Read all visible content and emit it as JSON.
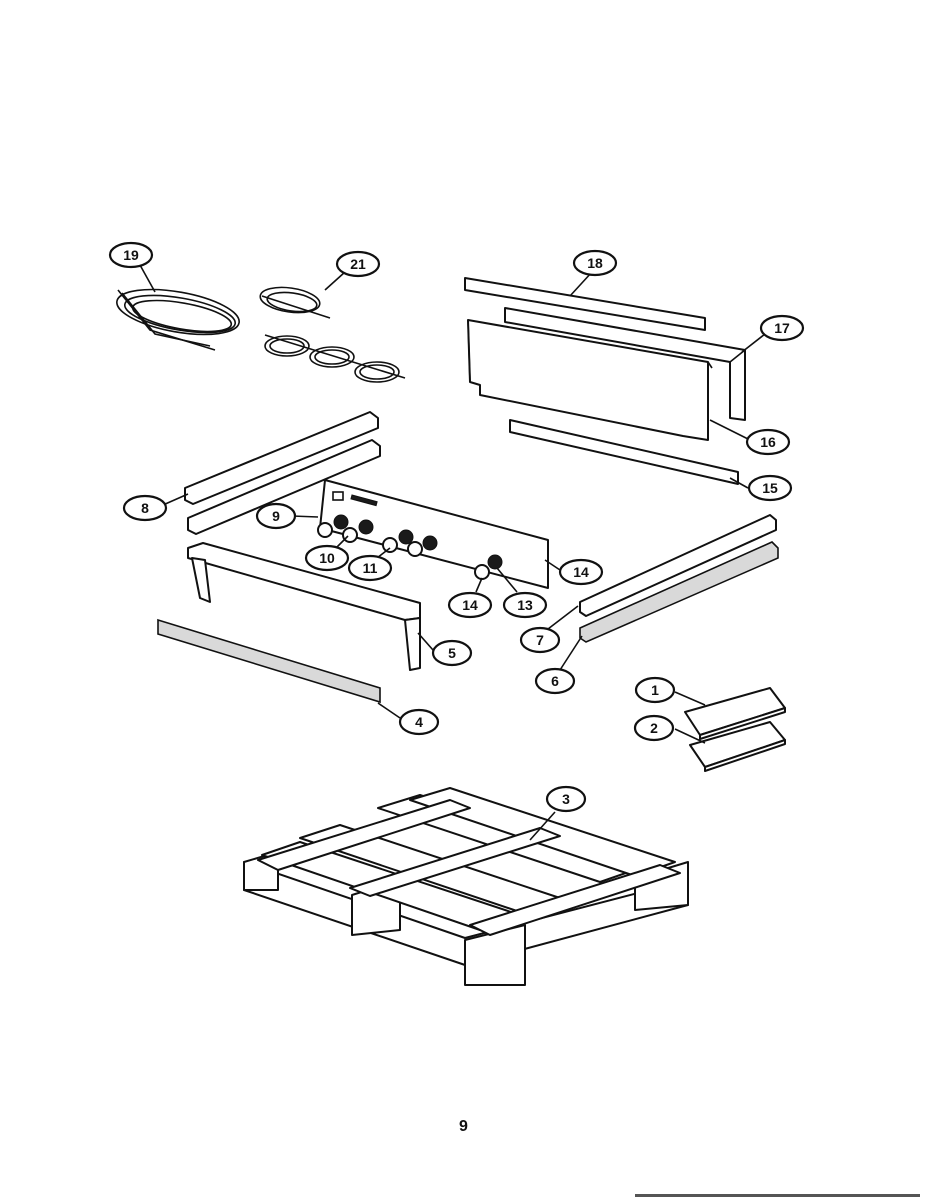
{
  "callouts": {
    "c1": "1",
    "c2": "2",
    "c3": "3",
    "c4": "4",
    "c5": "5",
    "c6": "6",
    "c7": "7",
    "c8": "8",
    "c9": "9",
    "c10": "10",
    "c11": "11",
    "c13": "13",
    "c14a": "14",
    "c14b": "14",
    "c15": "15",
    "c16": "16",
    "c17": "17",
    "c18": "18",
    "c19": "19",
    "c21": "21"
  },
  "page_number": "9"
}
